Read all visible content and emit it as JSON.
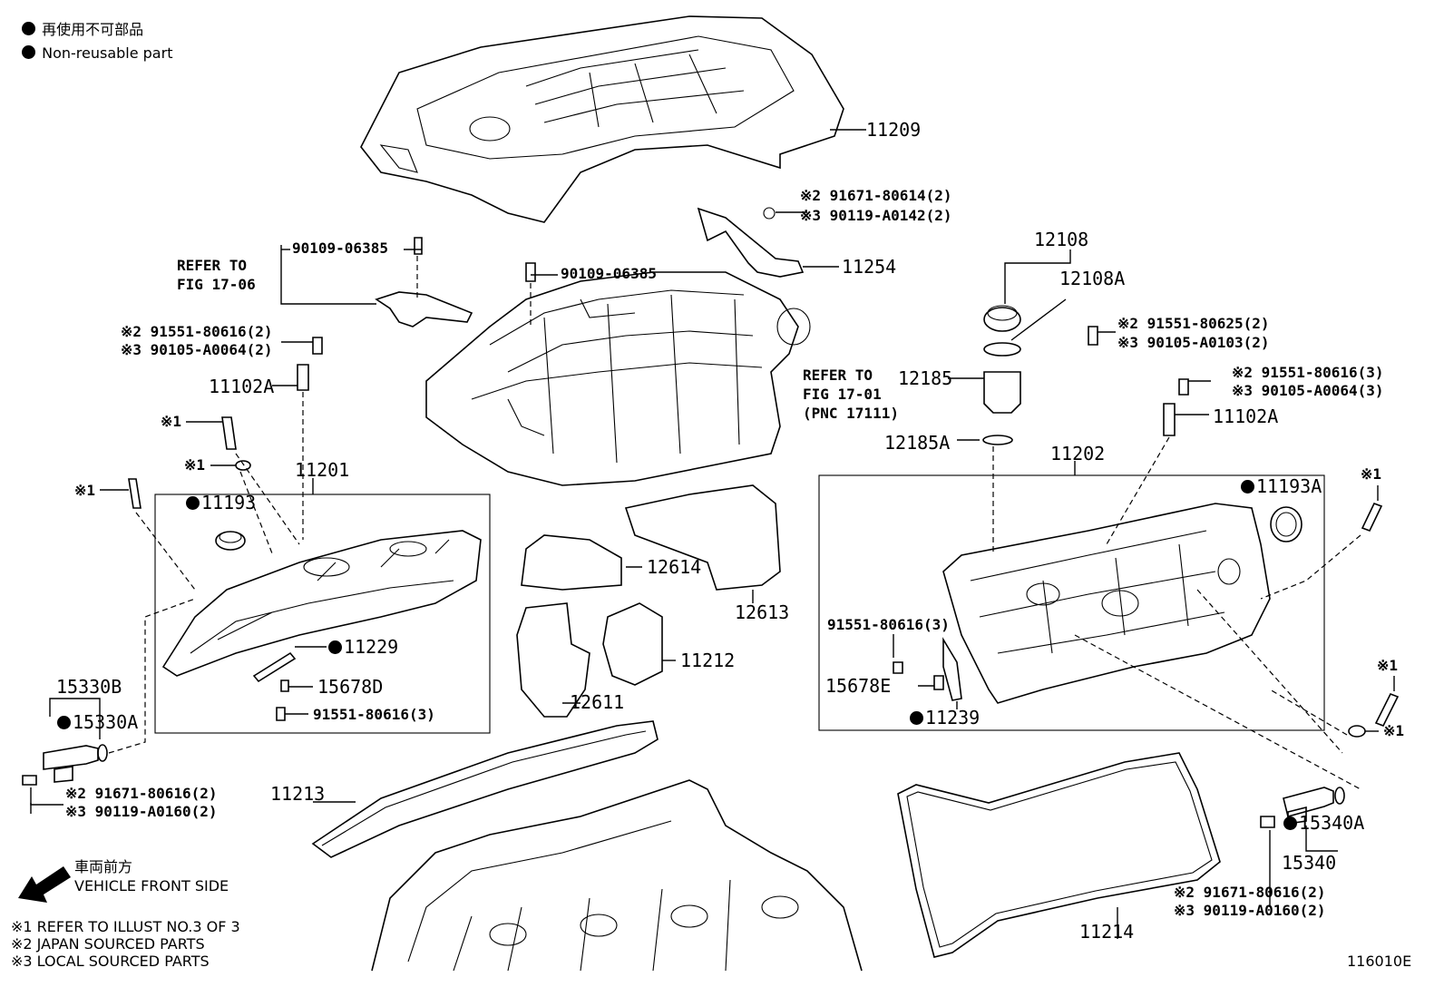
{
  "legend": {
    "jp_label": "再使用不可部品",
    "en_label": "Non-reusable part"
  },
  "front_side": {
    "jp": "車両前方",
    "en": "VEHICLE FRONT SIDE"
  },
  "notes": {
    "n1": "※1  REFER TO ILLUST NO.3 OF 3",
    "n2": "※2 JAPAN SOURCED PARTS",
    "n3": "※3 LOCAL SOURCED PARTS"
  },
  "figure_id": "116010E",
  "refs": {
    "fig1706_a": "REFER TO",
    "fig1706_b": "FIG 17-06",
    "fig1701_a": "REFER TO",
    "fig1701_b": "FIG 17-01",
    "fig1701_c": "(PNC 17111)"
  },
  "parts": {
    "p11209": "11209",
    "p11254": "11254",
    "p11254_a": "※2 91671-80614(2)",
    "p11254_b": "※3 90119-A0142(2)",
    "p90109_left": "90109-06385",
    "p90109_mid": "90109-06385",
    "p12108": "12108",
    "p12108A": "12108A",
    "p12108_a": "※2 91551-80625(2)",
    "p12108_b": "※3 90105-A0103(2)",
    "p12185": "12185",
    "p12185A": "12185A",
    "pL_bolt_a": "※2 91551-80616(2)",
    "pL_bolt_b": "※3 90105-A0064(2)",
    "p11102A_left": "11102A",
    "pR_bolt_a": "※2 91551-80616(3)",
    "pR_bolt_b": "※3 90105-A0064(3)",
    "p11102A_right": "11102A",
    "ref1_a": "※1",
    "ref1_b": "※1",
    "ref1_c": "※1",
    "ref1_d": "※1",
    "ref1_e": "※1",
    "p11201": "11201",
    "p11193": "11193",
    "p11229": "11229",
    "p15678D": "15678D",
    "p91551_left": "91551-80616(3)",
    "p11202": "11202",
    "p11193A": "11193A",
    "p91551_right": "91551-80616(3)",
    "p15678E": "15678E",
    "p11239": "11239",
    "p12614": "12614",
    "p12613": "12613",
    "p11212": "11212",
    "p12611": "12611",
    "p15330B": "15330B",
    "p15330A": "15330A",
    "pL_oil_a": "※2 91671-80616(2)",
    "pL_oil_b": "※3 90119-A0160(2)",
    "p11213": "11213",
    "p11214": "11214",
    "p15340A": "15340A",
    "p15340": "15340",
    "pR_oil_a": "※2 91671-80616(2)",
    "pR_oil_b": "※3 90119-A0160(2)"
  }
}
